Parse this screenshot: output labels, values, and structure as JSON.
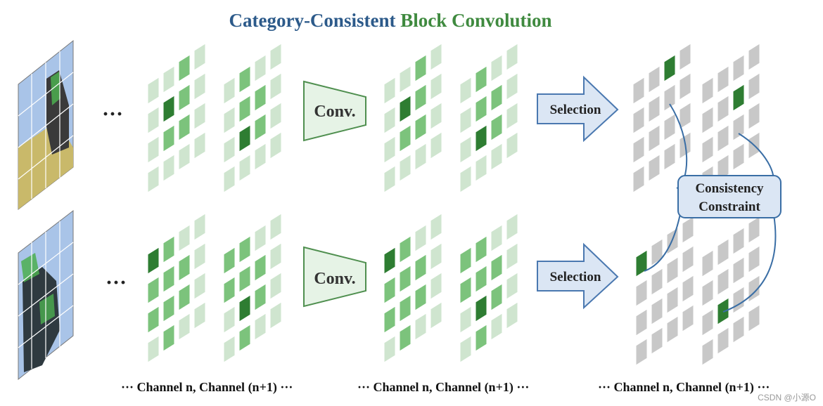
{
  "title": {
    "part1": "Category-Consistent",
    "part2": "Block Convolution"
  },
  "ops": {
    "conv_label": "Conv.",
    "selection_label": "Selection"
  },
  "constraint": {
    "line1": "Consistency",
    "line2": "Constraint"
  },
  "ellipsis": "···",
  "captions": [
    "··· Channel n,  Channel (n+1) ···",
    "··· Channel n,  Channel (n+1) ···",
    "··· Channel n,  Channel (n+1) ···"
  ],
  "watermark": "CSDN @小源O",
  "colors": {
    "title_blue": "#2c5a8a",
    "title_green": "#3f8a3f",
    "cell_light": "#cfe5cf",
    "cell_mid": "#7cc37c",
    "cell_dark": "#2e7d32",
    "cell_gray": "#c8c8c8",
    "selection_fill": "#dbe6f4",
    "selection_stroke": "#4a78b0",
    "conv_fill": "#e6f3e6",
    "conv_stroke": "#4f8f4f"
  }
}
